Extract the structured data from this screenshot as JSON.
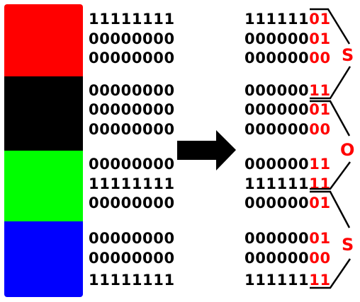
{
  "colors": {
    "red_swatch": "#ff0000",
    "black_swatch": "#000000",
    "green_swatch": "#00ff00",
    "blue_swatch": "#0000ff",
    "highlight": "#ff0000"
  },
  "left_bytes": [
    "11111111",
    "00000000",
    "00000000",
    "00000000",
    "00000000",
    "00000000",
    "00000000",
    "11111111",
    "00000000",
    "00000000",
    "00000000",
    "11111111"
  ],
  "right_bytes": [
    {
      "head": "111111",
      "tail": "01"
    },
    {
      "head": "000000",
      "tail": "01"
    },
    {
      "head": "000000",
      "tail": "00"
    },
    {
      "head": "000000",
      "tail": "11"
    },
    {
      "head": "000000",
      "tail": "01"
    },
    {
      "head": "000000",
      "tail": "00"
    },
    {
      "head": "000000",
      "tail": "11"
    },
    {
      "head": "111111",
      "tail": "11"
    },
    {
      "head": "000000",
      "tail": "01"
    },
    {
      "head": "000000",
      "tail": "01"
    },
    {
      "head": "000000",
      "tail": "00"
    },
    {
      "head": "111111",
      "tail": "11"
    }
  ],
  "letters": [
    "S",
    "O",
    "S"
  ],
  "arrow_icon": "right-arrow-icon"
}
